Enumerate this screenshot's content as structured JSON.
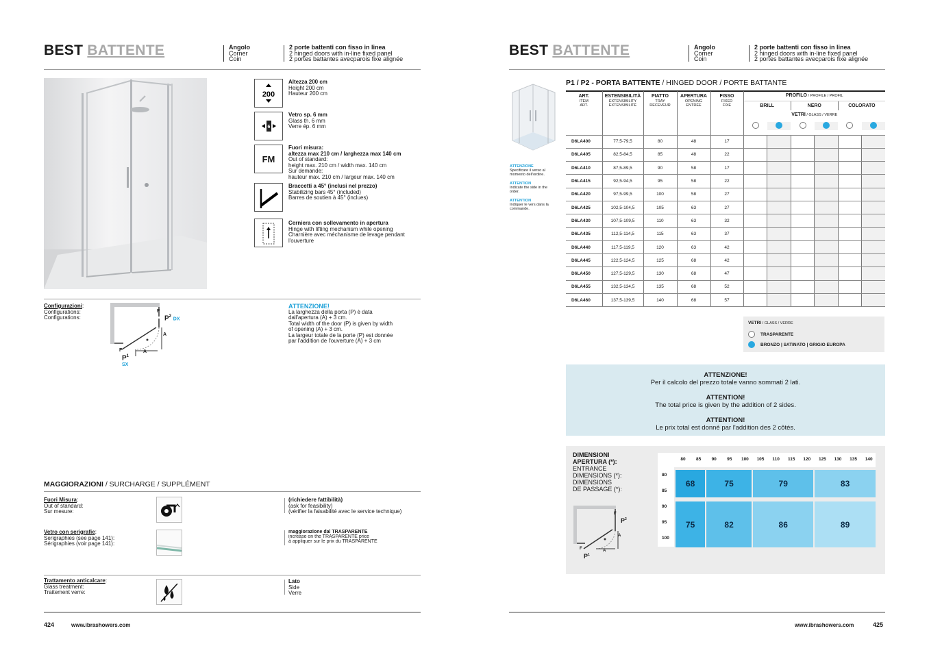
{
  "left": {
    "brand": "BEST",
    "model": "BATTENTE",
    "type_it": "Angolo",
    "type_en": "Corner",
    "type_fr": "Coin",
    "desc_it": "2 porte battenti con fisso in linea",
    "desc_en": "2 hinged doors with in-line fixed panel",
    "desc_fr": "2 portes battantes avecparois fixe alignée",
    "features": [
      {
        "icon": "height-200-icon",
        "glyph": "200",
        "title": "Altezza 200 cm",
        "l2": "Height 200 cm",
        "l3": "Hauteur 200 cm",
        "l4": "",
        "l5": ""
      },
      {
        "icon": "glass-thickness-icon",
        "glyph": "6",
        "title": "Vetro sp. 6 mm",
        "l2": "Glass th. 6 mm",
        "l3": "Verre ép. 6 mm",
        "l4": "",
        "l5": ""
      },
      {
        "icon": "fm-icon",
        "glyph": "FM",
        "title": "Fuori misura:",
        "title2": "altezza max 210 cm / larghezza max 140 cm",
        "l2": "Out of standard:",
        "l3": "height max. 210 cm / width max. 140 cm",
        "l4": "Sur demande:",
        "l5": "hauteur max. 210 cm / largeur max. 140 cm"
      },
      {
        "icon": "stabilizing-bar-icon",
        "glyph": "",
        "title": "Braccetti a 45° (inclusi nel prezzo)",
        "l2": "Stabilizing bars 45° (included)",
        "l3": "Barres de soutien à 45° (inclues)",
        "l4": "",
        "l5": ""
      },
      {
        "icon": "lifting-hinge-icon",
        "glyph": "",
        "title": "Cerniera con sollevamento in apertura",
        "l2": "Hinge with lifting mechanism while opening",
        "l3": "Charnière avec méchanisme de levage pendant",
        "l4": "l'ouverture",
        "l5": ""
      }
    ],
    "config": {
      "it": "Configurazioni",
      "en": "Configurations:",
      "fr": "Configurations:",
      "p1": "P",
      "p2": "P",
      "sup1": "1",
      "sup2": "2",
      "sx": "SX",
      "dx": "DX",
      "f": "F",
      "a": "A"
    },
    "attention": {
      "title": "ATTENZIONE!",
      "l1": "La larghezza della porta (P) è data",
      "l2": "dall'apertura (A) + 3 cm.",
      "l3": "Total width of the door (P) is given by width",
      "l4": "of opening (A) + 3 cm.",
      "l5": "La largeur totale de la porte (P) est donnée",
      "l6": "par l'addition de l'ouverture (A) + 3 cm"
    },
    "surcharge": {
      "title": "MAGGIORAZIONI",
      "title_rest": " / SURCHARGE / SUPPLÉMENT",
      "rows": [
        {
          "label": "Fuori Misura",
          "l2": "Out of standard:",
          "l3": "Sur mesure:",
          "icon": "custom-size-icon",
          "r1": "(richiedere fattibilità)",
          "r2": "(ask for feasibility)",
          "r3": "(vérifier la faisabilité avec le service technique)"
        },
        {
          "label": "Vetro con serigrafie",
          "l2": "Serigraphies (see page 141):",
          "l3": "Sérigraphies (voir page 141):",
          "icon": "serigraphy-glass-icon",
          "r1": "maggiorazione dal TRASPARENTE",
          "r2": "increase on the TRASPARENTE price",
          "r3": "à appliquer sur le prix du TRASPARENTE"
        },
        {
          "label": "Trattamento anticalcare",
          "l2": "Glass treatment:",
          "l3": "Traitement verre:",
          "icon": "anti-limescale-icon",
          "r1": "Lato",
          "r2": "Side",
          "r3": "Verre"
        }
      ]
    },
    "page_number": "424",
    "website": "www.ibrashowers.com"
  },
  "right": {
    "brand": "BEST",
    "model": "BATTENTE",
    "type_it": "Angolo",
    "type_en": "Corner",
    "type_fr": "Coin",
    "desc_it": "2 porte battenti con fisso in linea",
    "desc_en": "2 hinged doors with in-line fixed panel",
    "desc_fr": "2 portes battantes avecparois fixe alignée",
    "table_title": "P1 / P2 - PORTA BATTENTE",
    "table_title_rest": " / HINGED DOOR / PORTE BATTANTE",
    "headers": {
      "art": [
        "ART.",
        "ITEM",
        "ART."
      ],
      "ext": [
        "ESTENSIBILITÀ",
        "EXTENSIBILITY",
        "EXTENSIBILITÉ"
      ],
      "tray": [
        "PIATTO",
        "TRAY",
        "RECEVEUR"
      ],
      "open": [
        "APERTURA",
        "OPENING",
        "ENTRÉE"
      ],
      "fixed": [
        "FISSO",
        "FIXED",
        "FIXE"
      ],
      "profile": "PROFILO",
      "profile_rest": " / PROFILE / PROFIL",
      "brill": "BRILL",
      "nero": "NERO",
      "colorato": "COLORATO",
      "vetri": "VETRI",
      "vetri_rest": " / GLASS / VERRE"
    },
    "rows": [
      [
        "D6LA400",
        "77,5-79,5",
        "80",
        "48",
        "17"
      ],
      [
        "D6LA405",
        "82,5-84,5",
        "85",
        "48",
        "22"
      ],
      [
        "D6LA410",
        "87,5-89,5",
        "90",
        "58",
        "17"
      ],
      [
        "D6LA415",
        "92,5-94,5",
        "95",
        "58",
        "22"
      ],
      [
        "D6LA420",
        "97,5-99,5",
        "100",
        "58",
        "27"
      ],
      [
        "D6LA425",
        "102,5-104,5",
        "105",
        "63",
        "27"
      ],
      [
        "D6LA430",
        "107,5-109,5",
        "110",
        "63",
        "32"
      ],
      [
        "D6LA435",
        "112,5-114,5",
        "115",
        "63",
        "37"
      ],
      [
        "D6LA440",
        "117,5-119,5",
        "120",
        "63",
        "42"
      ],
      [
        "D6LA445",
        "122,5-124,5",
        "125",
        "68",
        "42"
      ],
      [
        "D6LA450",
        "127,5-129,5",
        "130",
        "68",
        "47"
      ],
      [
        "D6LA455",
        "132,5-134,5",
        "135",
        "68",
        "52"
      ],
      [
        "D6LA460",
        "137,5-139,5",
        "140",
        "68",
        "57"
      ]
    ],
    "side_notes": [
      {
        "t": "ATTENZIONE",
        "l1": "Specificare il verso al",
        "l2": "momento dell'ordine."
      },
      {
        "t": "ATTENTION",
        "l1": "Indicate the side in the",
        "l2": "order."
      },
      {
        "t": "ATTENTION",
        "l1": "Indiquer le vers dans la",
        "l2": "commande."
      }
    ],
    "glass_legend": {
      "title": "VETRI",
      "title_rest": " / GLASS / VERRE",
      "clear": "TRASPARENTE",
      "colored": "BRONZO | SATINATO | GRIGIO EUROPA"
    },
    "attention_box": [
      {
        "t": "ATTENZIONE!",
        "d": "Per il calcolo del prezzo totale vanno sommati 2 lati."
      },
      {
        "t": "ATTENTION!",
        "d": "The total price is given by the addition of 2 sides."
      },
      {
        "t": "ATTENTION!",
        "d": "Le prix total est donné par l'addition des 2 côtés."
      }
    ],
    "dims": {
      "t1": "DIMENSIONI",
      "t2": "APERTURA (*):",
      "l1": "ENTRANCE",
      "l2": "DIMENSIONS (*):",
      "l3": "DIMENSIONS",
      "l4": "DE PASSAGE (*):",
      "cols": [
        "80",
        "85",
        "90",
        "95",
        "100",
        "105",
        "110",
        "115",
        "120",
        "125",
        "130",
        "135",
        "140"
      ],
      "rows": [
        "80",
        "85",
        "90",
        "95",
        "100"
      ],
      "values": [
        "68",
        "75",
        "79",
        "83",
        "75",
        "82",
        "86",
        "89"
      ]
    },
    "page_number": "425",
    "website": "www.ibrashowers.com"
  }
}
